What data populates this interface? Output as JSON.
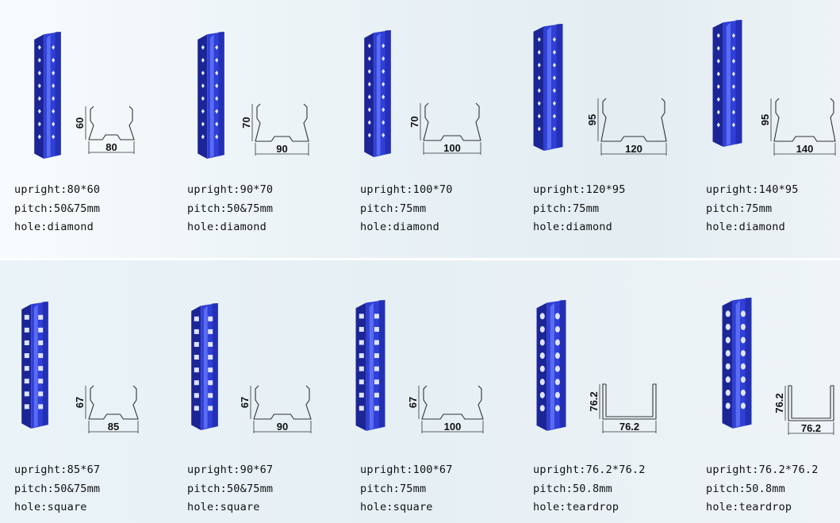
{
  "rows": [
    {
      "items": [
        {
          "upright": "upright:80*60",
          "pitch": "pitch:50&75mm",
          "hole": "hole:diamond",
          "width": "80",
          "height": "60",
          "shape": "diamond"
        },
        {
          "upright": "upright:90*70",
          "pitch": "pitch:50&75mm",
          "hole": "hole:diamond",
          "width": "90",
          "height": "70",
          "shape": "diamond"
        },
        {
          "upright": "upright:100*70",
          "pitch": "pitch:75mm",
          "hole": "hole:diamond",
          "width": "100",
          "height": "70",
          "shape": "diamond"
        },
        {
          "upright": "upright:120*95",
          "pitch": "pitch:75mm",
          "hole": "hole:diamond",
          "width": "120",
          "height": "95",
          "shape": "diamond"
        },
        {
          "upright": "upright:140*95",
          "pitch": "pitch:75mm",
          "hole": "hole:diamond",
          "width": "140",
          "height": "95",
          "shape": "diamond"
        }
      ]
    },
    {
      "items": [
        {
          "upright": "upright:85*67",
          "pitch": "pitch:50&75mm",
          "hole": "hole:square",
          "width": "85",
          "height": "67",
          "shape": "square"
        },
        {
          "upright": "upright:90*67",
          "pitch": "pitch:50&75mm",
          "hole": "hole:square",
          "width": "90",
          "height": "67",
          "shape": "square"
        },
        {
          "upright": "upright:100*67",
          "pitch": "pitch:75mm",
          "hole": "hole:square",
          "width": "100",
          "height": "67",
          "shape": "square"
        },
        {
          "upright": "upright:76.2*76.2",
          "pitch": "pitch:50.8mm",
          "hole": "hole:teardrop",
          "width": "76.2",
          "height": "76.2",
          "shape": "teardrop"
        },
        {
          "upright": "upright:76.2*76.2",
          "pitch": "pitch:50.8mm",
          "hole": "hole:teardrop",
          "width": "76.2",
          "height": "76.2",
          "shape": "teardrop"
        }
      ]
    }
  ],
  "colors": {
    "upright_blue": "#2f3fd8",
    "upright_dark": "#1c2596",
    "upright_light": "#5a6cf0",
    "line": "#333333"
  }
}
